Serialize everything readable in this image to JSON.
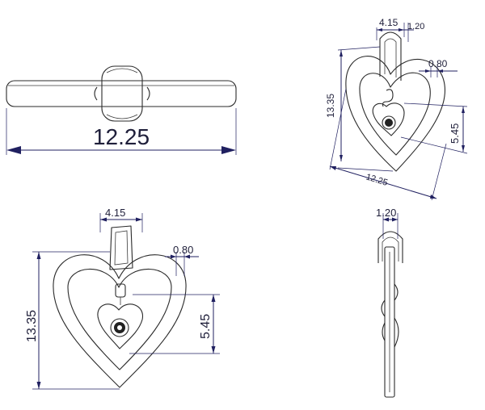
{
  "dimensions": {
    "top_view_width": "12.25",
    "iso_width": "4.15",
    "iso_thickness": "1.20",
    "iso_wire": "0.80",
    "iso_height": "13.35",
    "iso_charm": "5.45",
    "iso_depth": "12.25",
    "front_width": "4.15",
    "front_wire": "0.80",
    "front_height": "13.35",
    "front_charm": "5.45",
    "side_thickness": "1.20"
  },
  "colors": {
    "outline": "#2a2a2a",
    "dimension": "#202060",
    "background": "#ffffff"
  }
}
